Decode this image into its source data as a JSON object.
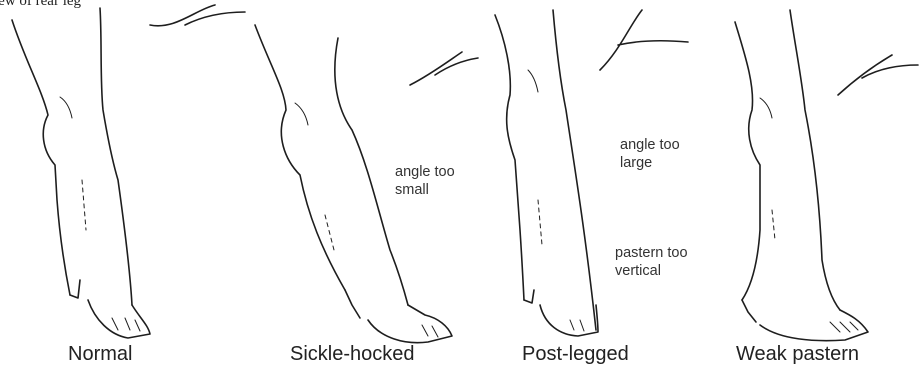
{
  "figure": {
    "title": "iew of rear leg"
  },
  "legs": [
    {
      "caption": "Normal",
      "notes": []
    },
    {
      "caption": "Sickle-hocked",
      "notes": [
        "angle too small"
      ]
    },
    {
      "caption": "Post-legged",
      "notes": [
        "angle too large",
        "pastern too vertical"
      ]
    },
    {
      "caption": "Weak pastern",
      "notes": []
    }
  ]
}
